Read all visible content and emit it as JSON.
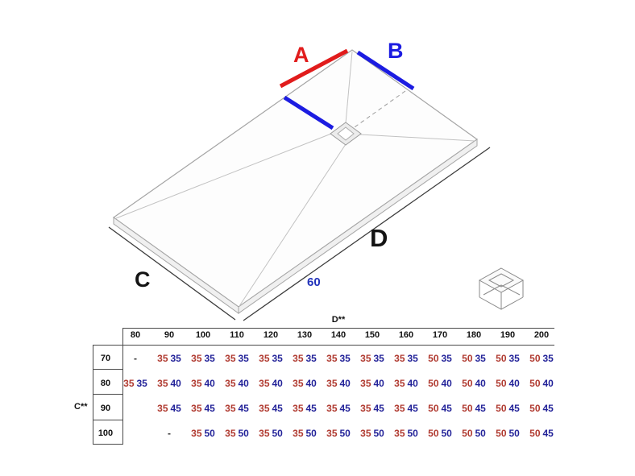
{
  "diagram": {
    "label_a": "A",
    "label_b": "B",
    "label_c": "C",
    "label_d": "D",
    "drain_offset_label": "60",
    "colors": {
      "dim_a_red": "#e11c1c",
      "dim_b_blue": "#1c1ce1",
      "outline_gray": "#a5a5a5",
      "label_dark": "#141414"
    },
    "icons": [
      {
        "name": "drain-3d-icon"
      }
    ]
  },
  "table": {
    "d_axis_label": "D**",
    "c_axis_label": "C**",
    "columns": [
      "80",
      "90",
      "100",
      "110",
      "120",
      "130",
      "140",
      "150",
      "160",
      "170",
      "180",
      "190",
      "200"
    ],
    "value_colors": {
      "first": "#b03a30",
      "second": "#232399"
    },
    "rows": [
      {
        "label": "70",
        "cells": [
          {
            "dash": "-"
          },
          {
            "a": "35",
            "b": "35"
          },
          {
            "a": "35",
            "b": "35"
          },
          {
            "a": "35",
            "b": "35"
          },
          {
            "a": "35",
            "b": "35"
          },
          {
            "a": "35",
            "b": "35"
          },
          {
            "a": "35",
            "b": "35"
          },
          {
            "a": "35",
            "b": "35"
          },
          {
            "a": "35",
            "b": "35"
          },
          {
            "a": "50",
            "b": "35"
          },
          {
            "a": "50",
            "b": "35"
          },
          {
            "a": "50",
            "b": "35"
          },
          {
            "a": "50",
            "b": "35"
          }
        ]
      },
      {
        "label": "80",
        "cells": [
          {
            "a": "35",
            "b": "35"
          },
          {
            "a": "35",
            "b": "40"
          },
          {
            "a": "35",
            "b": "40"
          },
          {
            "a": "35",
            "b": "40"
          },
          {
            "a": "35",
            "b": "40"
          },
          {
            "a": "35",
            "b": "40"
          },
          {
            "a": "35",
            "b": "40"
          },
          {
            "a": "35",
            "b": "40"
          },
          {
            "a": "35",
            "b": "40"
          },
          {
            "a": "50",
            "b": "40"
          },
          {
            "a": "50",
            "b": "40"
          },
          {
            "a": "50",
            "b": "40"
          },
          {
            "a": "50",
            "b": "40"
          }
        ]
      },
      {
        "label": "90",
        "cells": [
          {},
          {
            "a": "35",
            "b": "45"
          },
          {
            "a": "35",
            "b": "45"
          },
          {
            "a": "35",
            "b": "45"
          },
          {
            "a": "35",
            "b": "45"
          },
          {
            "a": "35",
            "b": "45"
          },
          {
            "a": "35",
            "b": "45"
          },
          {
            "a": "35",
            "b": "45"
          },
          {
            "a": "35",
            "b": "45"
          },
          {
            "a": "50",
            "b": "45"
          },
          {
            "a": "50",
            "b": "45"
          },
          {
            "a": "50",
            "b": "45"
          },
          {
            "a": "50",
            "b": "45"
          }
        ]
      },
      {
        "label": "100",
        "cells": [
          {},
          {
            "dash": "-"
          },
          {
            "a": "35",
            "b": "50"
          },
          {
            "a": "35",
            "b": "50"
          },
          {
            "a": "35",
            "b": "50"
          },
          {
            "a": "35",
            "b": "50"
          },
          {
            "a": "35",
            "b": "50"
          },
          {
            "a": "35",
            "b": "50"
          },
          {
            "a": "35",
            "b": "50"
          },
          {
            "a": "50",
            "b": "50"
          },
          {
            "a": "50",
            "b": "50"
          },
          {
            "a": "50",
            "b": "50"
          },
          {
            "a": "50",
            "b": "45"
          }
        ]
      }
    ]
  }
}
